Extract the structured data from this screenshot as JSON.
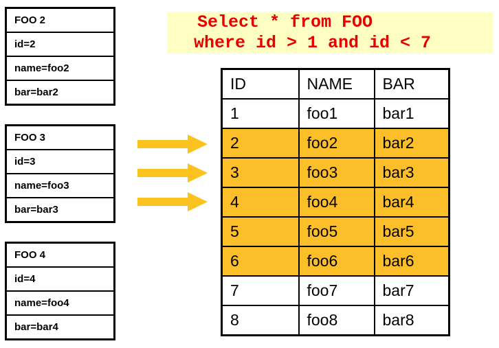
{
  "sql_query": {
    "line1": "Select * from FOO",
    "line2": "where id > 1 and id < 7",
    "text_color": "#e60000",
    "highlight_color": "#ffffc4"
  },
  "record_boxes": [
    {
      "title": "FOO 2",
      "fields": [
        "id=2",
        "name=foo2",
        "bar=bar2"
      ]
    },
    {
      "title": "FOO 3",
      "fields": [
        "id=3",
        "name=foo3",
        "bar=bar3"
      ]
    },
    {
      "title": "FOO 4",
      "fields": [
        "id=4",
        "name=foo4",
        "bar=bar4"
      ]
    }
  ],
  "arrows": {
    "count": 3,
    "direction": "right",
    "color": "#fcc31e"
  },
  "result_table": {
    "columns": [
      "ID",
      "NAME",
      "BAR"
    ],
    "highlight_color": "#fcbe29",
    "rows": [
      {
        "id": "1",
        "name": "foo1",
        "bar": "bar1",
        "highlighted": false
      },
      {
        "id": "2",
        "name": "foo2",
        "bar": "bar2",
        "highlighted": true
      },
      {
        "id": "3",
        "name": "foo3",
        "bar": "bar3",
        "highlighted": true
      },
      {
        "id": "4",
        "name": "foo4",
        "bar": "bar4",
        "highlighted": true
      },
      {
        "id": "5",
        "name": "foo5",
        "bar": "bar5",
        "highlighted": true
      },
      {
        "id": "6",
        "name": "foo6",
        "bar": "bar6",
        "highlighted": true
      },
      {
        "id": "7",
        "name": "foo7",
        "bar": "bar7",
        "highlighted": false
      },
      {
        "id": "8",
        "name": "foo8",
        "bar": "bar8",
        "highlighted": false
      }
    ]
  }
}
